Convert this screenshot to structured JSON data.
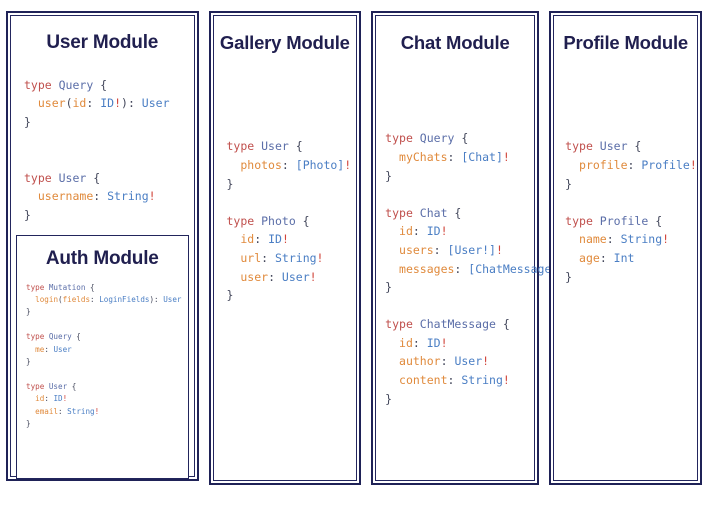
{
  "page": {
    "background": "#ffffff",
    "border_color": "#23265e",
    "title_color": "#201f4f"
  },
  "palette": {
    "keyword": "#c0504d",
    "type_name": "#5b6ea8",
    "field_name": "#e08a3c",
    "referenced_type": "#4a7ec4",
    "punctuation": "#44485c",
    "non_null": "#d1453b"
  },
  "modules": [
    {
      "id": "user",
      "title": "User Module",
      "code_lines": [
        [
          {
            "t": "type ",
            "c": "k"
          },
          {
            "t": "Query",
            "c": "tn"
          },
          {
            "t": " {",
            "c": "bg"
          }
        ],
        [
          {
            "t": "  ",
            "c": "bg"
          },
          {
            "t": "user",
            "c": "fn"
          },
          {
            "t": "(",
            "c": "bg"
          },
          {
            "t": "id",
            "c": "fn"
          },
          {
            "t": ": ",
            "c": "bg"
          },
          {
            "t": "ID",
            "c": "ty"
          },
          {
            "t": "!",
            "c": "bang"
          },
          {
            "t": "): ",
            "c": "bg"
          },
          {
            "t": "User",
            "c": "ty"
          }
        ],
        [
          {
            "t": "}",
            "c": "bg"
          }
        ],
        [],
        [],
        [
          {
            "t": "type ",
            "c": "k"
          },
          {
            "t": "User",
            "c": "tn"
          },
          {
            "t": " {",
            "c": "bg"
          }
        ],
        [
          {
            "t": "  ",
            "c": "bg"
          },
          {
            "t": "username",
            "c": "fn"
          },
          {
            "t": ": ",
            "c": "bg"
          },
          {
            "t": "String",
            "c": "ty"
          },
          {
            "t": "!",
            "c": "bang"
          }
        ],
        [
          {
            "t": "}",
            "c": "bg"
          }
        ]
      ],
      "nested": {
        "id": "auth",
        "title": "Auth Module",
        "code_lines": [
          [
            {
              "t": "type ",
              "c": "k"
            },
            {
              "t": "Mutation",
              "c": "tn"
            },
            {
              "t": " {",
              "c": "bg"
            }
          ],
          [
            {
              "t": "  ",
              "c": "bg"
            },
            {
              "t": "login",
              "c": "fn"
            },
            {
              "t": "(",
              "c": "bg"
            },
            {
              "t": "fields",
              "c": "fn"
            },
            {
              "t": ": ",
              "c": "bg"
            },
            {
              "t": "LoginFields",
              "c": "ty"
            },
            {
              "t": "): ",
              "c": "bg"
            },
            {
              "t": "User",
              "c": "ty"
            }
          ],
          [
            {
              "t": "}",
              "c": "bg"
            }
          ],
          [],
          [
            {
              "t": "type ",
              "c": "k"
            },
            {
              "t": "Query",
              "c": "tn"
            },
            {
              "t": " {",
              "c": "bg"
            }
          ],
          [
            {
              "t": "  ",
              "c": "bg"
            },
            {
              "t": "me",
              "c": "fn"
            },
            {
              "t": ": ",
              "c": "bg"
            },
            {
              "t": "User",
              "c": "ty"
            }
          ],
          [
            {
              "t": "}",
              "c": "bg"
            }
          ],
          [],
          [
            {
              "t": "type ",
              "c": "k"
            },
            {
              "t": "User",
              "c": "tn"
            },
            {
              "t": " {",
              "c": "bg"
            }
          ],
          [
            {
              "t": "  ",
              "c": "bg"
            },
            {
              "t": "id",
              "c": "fn"
            },
            {
              "t": ": ",
              "c": "bg"
            },
            {
              "t": "ID",
              "c": "ty"
            },
            {
              "t": "!",
              "c": "bang"
            }
          ],
          [
            {
              "t": "  ",
              "c": "bg"
            },
            {
              "t": "email",
              "c": "fn"
            },
            {
              "t": ": ",
              "c": "bg"
            },
            {
              "t": "String",
              "c": "ty"
            },
            {
              "t": "!",
              "c": "bang"
            }
          ],
          [
            {
              "t": "}",
              "c": "bg"
            }
          ]
        ]
      }
    },
    {
      "id": "gallery",
      "title": "Gallery Module",
      "code_lines": [
        [
          {
            "t": "type ",
            "c": "k"
          },
          {
            "t": "User",
            "c": "tn"
          },
          {
            "t": " {",
            "c": "bg"
          }
        ],
        [
          {
            "t": "  ",
            "c": "bg"
          },
          {
            "t": "photos",
            "c": "fn"
          },
          {
            "t": ": ",
            "c": "bg"
          },
          {
            "t": "[Photo]",
            "c": "ty"
          },
          {
            "t": "!",
            "c": "bang"
          }
        ],
        [
          {
            "t": "}",
            "c": "bg"
          }
        ],
        [],
        [
          {
            "t": "type ",
            "c": "k"
          },
          {
            "t": "Photo",
            "c": "tn"
          },
          {
            "t": " {",
            "c": "bg"
          }
        ],
        [
          {
            "t": "  ",
            "c": "bg"
          },
          {
            "t": "id",
            "c": "fn"
          },
          {
            "t": ": ",
            "c": "bg"
          },
          {
            "t": "ID",
            "c": "ty"
          },
          {
            "t": "!",
            "c": "bang"
          }
        ],
        [
          {
            "t": "  ",
            "c": "bg"
          },
          {
            "t": "url",
            "c": "fn"
          },
          {
            "t": ": ",
            "c": "bg"
          },
          {
            "t": "String",
            "c": "ty"
          },
          {
            "t": "!",
            "c": "bang"
          }
        ],
        [
          {
            "t": "  ",
            "c": "bg"
          },
          {
            "t": "user",
            "c": "fn"
          },
          {
            "t": ": ",
            "c": "bg"
          },
          {
            "t": "User",
            "c": "ty"
          },
          {
            "t": "!",
            "c": "bang"
          }
        ],
        [
          {
            "t": "}",
            "c": "bg"
          }
        ]
      ]
    },
    {
      "id": "chat",
      "title": "Chat Module",
      "code_lines": [
        [
          {
            "t": "type ",
            "c": "k"
          },
          {
            "t": "Query",
            "c": "tn"
          },
          {
            "t": " {",
            "c": "bg"
          }
        ],
        [
          {
            "t": "  ",
            "c": "bg"
          },
          {
            "t": "myChats",
            "c": "fn"
          },
          {
            "t": ": ",
            "c": "bg"
          },
          {
            "t": "[Chat]",
            "c": "ty"
          },
          {
            "t": "!",
            "c": "bang"
          }
        ],
        [
          {
            "t": "}",
            "c": "bg"
          }
        ],
        [],
        [
          {
            "t": "type ",
            "c": "k"
          },
          {
            "t": "Chat",
            "c": "tn"
          },
          {
            "t": " {",
            "c": "bg"
          }
        ],
        [
          {
            "t": "  ",
            "c": "bg"
          },
          {
            "t": "id",
            "c": "fn"
          },
          {
            "t": ": ",
            "c": "bg"
          },
          {
            "t": "ID",
            "c": "ty"
          },
          {
            "t": "!",
            "c": "bang"
          }
        ],
        [
          {
            "t": "  ",
            "c": "bg"
          },
          {
            "t": "users",
            "c": "fn"
          },
          {
            "t": ": ",
            "c": "bg"
          },
          {
            "t": "[User!]",
            "c": "ty"
          },
          {
            "t": "!",
            "c": "bang"
          }
        ],
        [
          {
            "t": "  ",
            "c": "bg"
          },
          {
            "t": "messages",
            "c": "fn"
          },
          {
            "t": ": ",
            "c": "bg"
          },
          {
            "t": "[ChatMessage]",
            "c": "ty"
          },
          {
            "t": "!",
            "c": "bang"
          }
        ],
        [
          {
            "t": "}",
            "c": "bg"
          }
        ],
        [],
        [
          {
            "t": "type ",
            "c": "k"
          },
          {
            "t": "ChatMessage",
            "c": "tn"
          },
          {
            "t": " {",
            "c": "bg"
          }
        ],
        [
          {
            "t": "  ",
            "c": "bg"
          },
          {
            "t": "id",
            "c": "fn"
          },
          {
            "t": ": ",
            "c": "bg"
          },
          {
            "t": "ID",
            "c": "ty"
          },
          {
            "t": "!",
            "c": "bang"
          }
        ],
        [
          {
            "t": "  ",
            "c": "bg"
          },
          {
            "t": "author",
            "c": "fn"
          },
          {
            "t": ": ",
            "c": "bg"
          },
          {
            "t": "User",
            "c": "ty"
          },
          {
            "t": "!",
            "c": "bang"
          }
        ],
        [
          {
            "t": "  ",
            "c": "bg"
          },
          {
            "t": "content",
            "c": "fn"
          },
          {
            "t": ": ",
            "c": "bg"
          },
          {
            "t": "String",
            "c": "ty"
          },
          {
            "t": "!",
            "c": "bang"
          }
        ],
        [
          {
            "t": "}",
            "c": "bg"
          }
        ]
      ]
    },
    {
      "id": "profile",
      "title": "Profile Module",
      "code_lines": [
        [
          {
            "t": "type ",
            "c": "k"
          },
          {
            "t": "User",
            "c": "tn"
          },
          {
            "t": " {",
            "c": "bg"
          }
        ],
        [
          {
            "t": "  ",
            "c": "bg"
          },
          {
            "t": "profile",
            "c": "fn"
          },
          {
            "t": ": ",
            "c": "bg"
          },
          {
            "t": "Profile",
            "c": "ty"
          },
          {
            "t": "!",
            "c": "bang"
          }
        ],
        [
          {
            "t": "}",
            "c": "bg"
          }
        ],
        [],
        [
          {
            "t": "type ",
            "c": "k"
          },
          {
            "t": "Profile",
            "c": "tn"
          },
          {
            "t": " {",
            "c": "bg"
          }
        ],
        [
          {
            "t": "  ",
            "c": "bg"
          },
          {
            "t": "name",
            "c": "fn"
          },
          {
            "t": ": ",
            "c": "bg"
          },
          {
            "t": "String",
            "c": "ty"
          },
          {
            "t": "!",
            "c": "bang"
          }
        ],
        [
          {
            "t": "  ",
            "c": "bg"
          },
          {
            "t": "age",
            "c": "fn"
          },
          {
            "t": ": ",
            "c": "bg"
          },
          {
            "t": "Int",
            "c": "ty"
          }
        ],
        [
          {
            "t": "}",
            "c": "bg"
          }
        ]
      ]
    }
  ]
}
